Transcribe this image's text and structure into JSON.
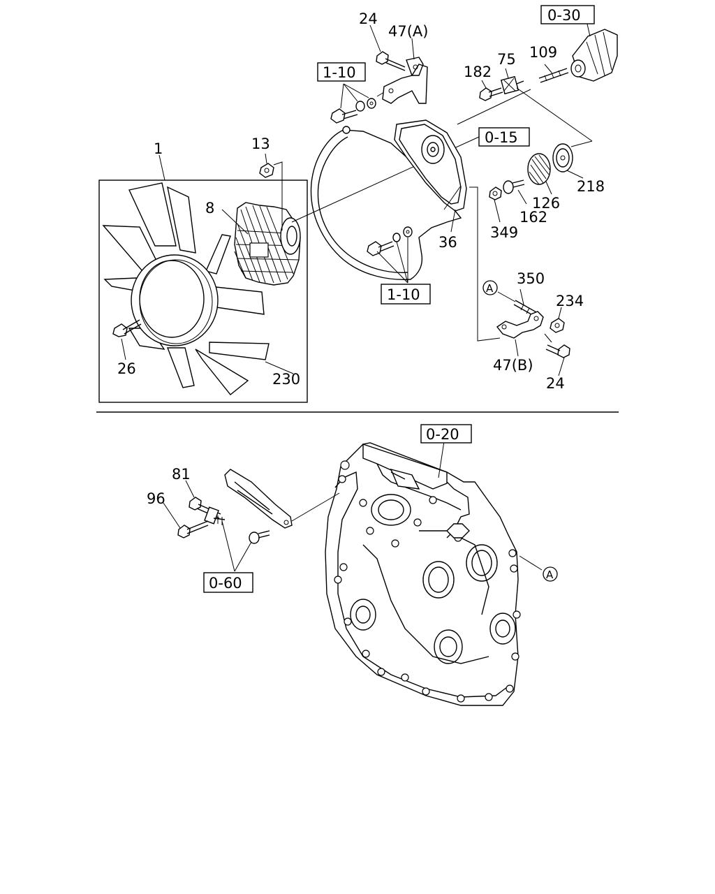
{
  "labels": {
    "p24a": "24",
    "p47a": "47(A)",
    "ref_030": "0-30",
    "p182": "182",
    "p75": "75",
    "p109": "109",
    "ref_110a": "1-10",
    "p1": "1",
    "p13": "13",
    "ref_015": "0-15",
    "p8": "8",
    "p218": "218",
    "p126": "126",
    "p162": "162",
    "p349": "349",
    "p36": "36",
    "ref_110b": "1-10",
    "p350": "350",
    "pA1": "A",
    "p234": "234",
    "p26": "26",
    "p230": "230",
    "p47b": "47(B)",
    "p24b": "24",
    "ref_020": "0-20",
    "p81": "81",
    "p96": "96",
    "ref_060": "0-60",
    "pA2": "A"
  }
}
